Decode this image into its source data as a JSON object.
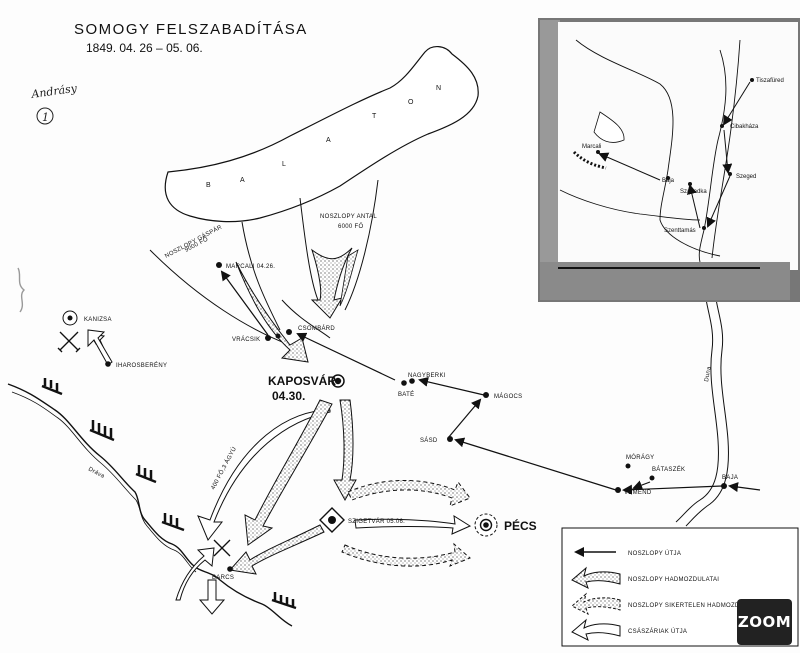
{
  "title": "SOMOGY FELSZABADÍTÁSA",
  "dates": "1849. 04. 26 – 05. 06.",
  "margin_note": "Andrásy",
  "sheet_number": "1",
  "lake": {
    "letters": [
      "B",
      "A",
      "L",
      "A",
      "T",
      "O",
      "N"
    ]
  },
  "places": {
    "marcali": "MARCALI 04.26.",
    "csombard": "CSOMBÁRD",
    "vracsik": "VRÁCSIK",
    "kaposvar": "KAPOSVÁR",
    "kaposvar_date": "04.30.",
    "nagyberki": "NAGYBERKI",
    "bate": "BATÉ",
    "magocs": "MÁGOCS",
    "sasd": "SÁSD",
    "kanizsa": "KANIZSA",
    "iharosbereny": "IHAROSBERÉNY",
    "szigetvar": "SZIGETVÁR 05.06.",
    "pecs": "PÉCS",
    "barcs": "BARCS",
    "moragy": "MÓRÁGY",
    "bataszek": "BÁTASZÉK",
    "vemend": "VÉMÉND",
    "baja": "BAJA"
  },
  "rivers": {
    "drava": "Dráva",
    "duna": "Duna"
  },
  "forces": {
    "gaspar": [
      "NOSZLOPY GÁSPÁR",
      "9000 FŐ"
    ],
    "antal": [
      "NOSZLOPY ANTAL",
      "6000 FŐ"
    ],
    "austrian": "400 FŐ,3 ÁGYÚ"
  },
  "inset": {
    "places": [
      "Tiszafüred",
      "Cibakháza",
      "Szeged",
      "Marcali",
      "Baja",
      "Szabadka",
      "Szenttamás"
    ]
  },
  "legend": [
    "NOSZLOPY ÚTJA",
    "NOSZLOPY HADMOZDULATAI",
    "NOSZLOPY SIKERTELEN HADMOZDULATAI",
    "CSÁSZÁRIAK ÚTJA"
  ],
  "badge": "ZOOM"
}
